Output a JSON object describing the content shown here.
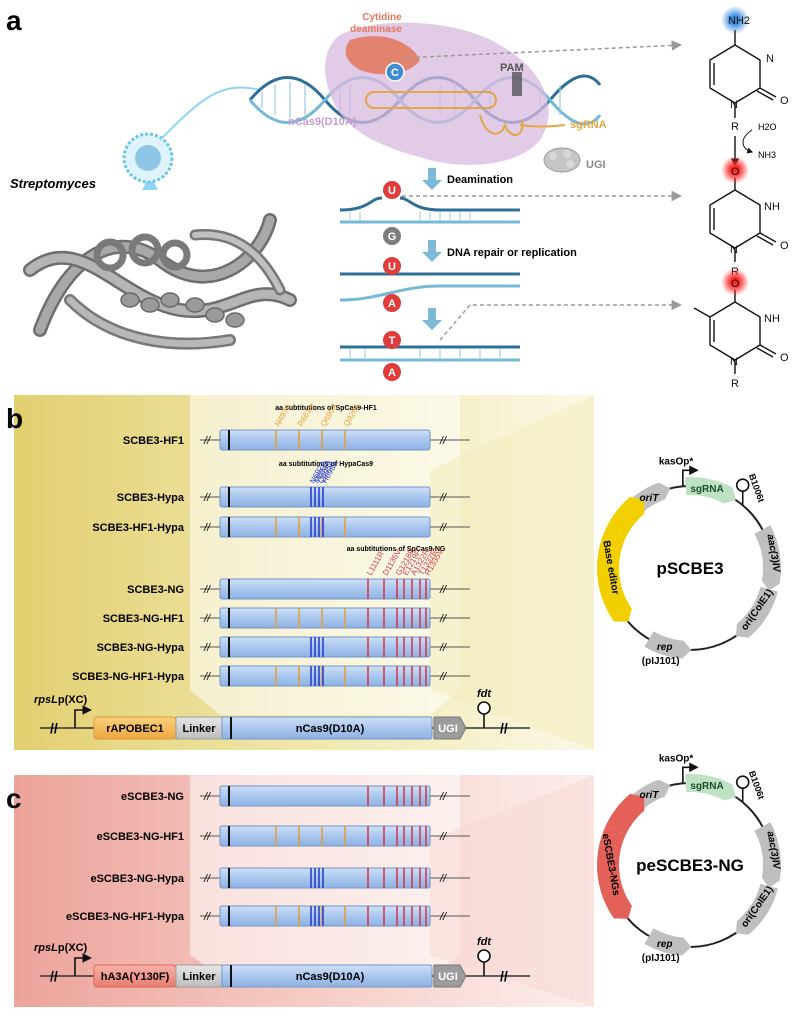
{
  "panel_labels": {
    "a": "a",
    "b": "b",
    "c": "c"
  },
  "panel_a": {
    "organism": "Streptomyces",
    "cytidine_deaminase": "Cytidine deaminase",
    "c_letter": "C",
    "pam": "PAM",
    "ncas9": "nCas9(D10A)",
    "sgrna": "sgRNA",
    "ugi": "UGI",
    "deamination": "Deamination",
    "dna_repair": "DNA repair or replication",
    "bases": {
      "u1": "U",
      "g": "G",
      "u2": "U",
      "a1": "A",
      "t": "T",
      "a2": "A"
    },
    "chem": {
      "nh2": "NH2",
      "o": "O",
      "n": "N",
      "nh": "NH",
      "r": "R",
      "h2o": "H2O",
      "nh3": "NH3"
    }
  },
  "panel_b": {
    "subst_labels": {
      "hf1": "aa subtitutions of SpCas9-HF1",
      "hypa": "aa subtitutions of HypaCas9",
      "ng": "aa subtitutions of SpCas9-NG"
    },
    "hf1_mutations": [
      "N497A",
      "R661A",
      "Q695A",
      "Q926A"
    ],
    "hypa_mutations": [
      "N692A",
      "M694A",
      "Q695A",
      "H698A"
    ],
    "ng_mutations": [
      "L1111R",
      "D1135V",
      "G1218R",
      "E1219F",
      "A1322R",
      "T1337R",
      "R1335V"
    ],
    "rows": [
      {
        "name": "SCBE3-HF1",
        "hf1": true,
        "hypa": false,
        "ng": false
      },
      {
        "name": "SCBE3-Hypa",
        "hf1": false,
        "hypa": true,
        "ng": false
      },
      {
        "name": "SCBE3-HF1-Hypa",
        "hf1": true,
        "hypa": true,
        "ng": false
      },
      {
        "name": "SCBE3-NG",
        "hf1": false,
        "hypa": false,
        "ng": true
      },
      {
        "name": "SCBE3-NG-HF1",
        "hf1": true,
        "hypa": false,
        "ng": true
      },
      {
        "name": "SCBE3-NG-Hypa",
        "hf1": false,
        "hypa": true,
        "ng": true
      },
      {
        "name": "SCBE3-NG-HF1-Hypa",
        "hf1": true,
        "hypa": true,
        "ng": true
      }
    ],
    "construct": {
      "promoter_italic": "rpsL",
      "promoter_rest": "p(XC)",
      "deaminase": "rAPOBEC1",
      "linker": "Linker",
      "cas9": "nCas9(D10A)",
      "ugi": "UGI",
      "terminator": "fdt"
    },
    "plasmid": {
      "name": "pSCBE3",
      "kasop": "kasOp*",
      "orit": "oriT",
      "sgrna": "sgRNA",
      "b1006t": "B1006t",
      "aac": "aac(3)IV",
      "colE1": "ori(ColE1)",
      "rep": "rep",
      "pij101": "(pIJ101)",
      "editor": "Base editor"
    }
  },
  "panel_c": {
    "rows": [
      {
        "name": "eSCBE3-NG",
        "hf1": false,
        "hypa": false,
        "ng": true
      },
      {
        "name": "eSCBE3-NG-HF1",
        "hf1": true,
        "hypa": false,
        "ng": true
      },
      {
        "name": "eSCBE3-NG-Hypa",
        "hf1": false,
        "hypa": true,
        "ng": true
      },
      {
        "name": "eSCBE3-NG-HF1-Hypa",
        "hf1": true,
        "hypa": true,
        "ng": true
      }
    ],
    "construct": {
      "promoter_italic": "rpsL",
      "promoter_rest": "p(XC)",
      "deaminase": "hA3A(Y130F)",
      "linker": "Linker",
      "cas9": "nCas9(D10A)",
      "ugi": "UGI",
      "terminator": "fdt"
    },
    "plasmid": {
      "name": "peSCBE3-NG",
      "kasop": "kasOp*",
      "orit": "oriT",
      "sgrna": "sgRNA",
      "b1006t": "B1006t",
      "aac": "aac(3)IV",
      "colE1": "ori(ColE1)",
      "rep": "rep",
      "pij101": "(pIJ101)",
      "editor": "eSCBE3-NGs"
    }
  }
}
